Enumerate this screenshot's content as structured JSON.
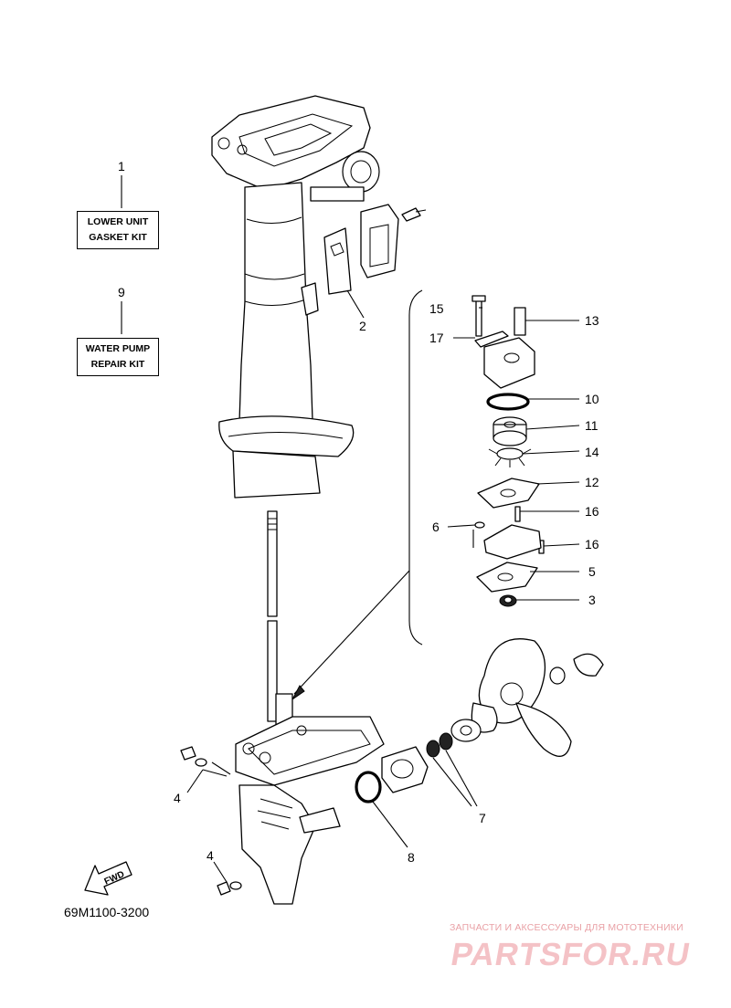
{
  "kits": [
    {
      "number": "1",
      "line1": "LOWER UNIT",
      "line2": "GASKET KIT"
    },
    {
      "number": "9",
      "line1": "WATER PUMP",
      "line2": "REPAIR KIT"
    }
  ],
  "callouts": {
    "c2": "2",
    "c3": "3",
    "c4a": "4",
    "c4b": "4",
    "c5": "5",
    "c6": "6",
    "c7": "7",
    "c8": "8",
    "c10": "10",
    "c11": "11",
    "c12": "12",
    "c13": "13",
    "c14": "14",
    "c15": "15",
    "c16a": "16",
    "c16b": "16",
    "c17": "17"
  },
  "fwd_label": "FWD",
  "drawing_code": "69M1100-3200",
  "watermark": {
    "caption": "ЗАПЧАСТИ И АКСЕССУАРЫ ДЛЯ МОТОТЕХНИКИ",
    "brand": "PARTSFOR.RU"
  },
  "colors": {
    "line": "#000000",
    "watermark": "#f4c2c6"
  }
}
